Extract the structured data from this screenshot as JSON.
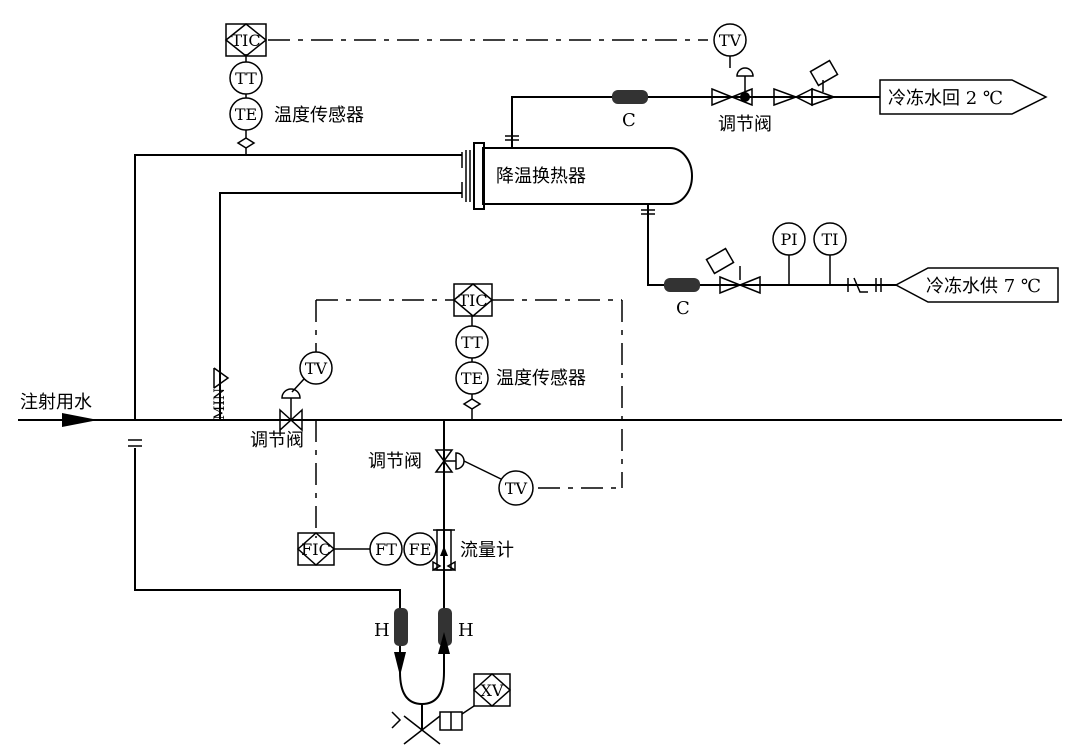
{
  "labels": {
    "injection_water": "注射用水",
    "temp_sensor_top": "温度传感器",
    "temp_sensor_mid": "温度传感器",
    "heat_exchanger": "降温换热器",
    "control_valve_top": "调节阀",
    "control_valve_left": "调节阀",
    "control_valve_mid": "调节阀",
    "flow_meter": "流量计",
    "chilled_return": "冷冻水回 2 ℃",
    "chilled_supply": "冷冻水供 7 ℃",
    "strainer_c_top": "C",
    "strainer_c_bottom": "C",
    "heater_h_left": "H",
    "heater_h_right": "H",
    "min_mark": "MIN"
  },
  "instruments": {
    "tic_top": "TIC",
    "tv_top": "TV",
    "tt_top": "TT",
    "te_top": "TE",
    "pi": "PI",
    "ti": "TI",
    "tic_mid": "TIC",
    "tt_mid": "TT",
    "te_mid": "TE",
    "tv_left": "TV",
    "tv_mid": "TV",
    "fic": "FIC",
    "ft": "FT",
    "fe": "FE",
    "xv": "XV"
  }
}
